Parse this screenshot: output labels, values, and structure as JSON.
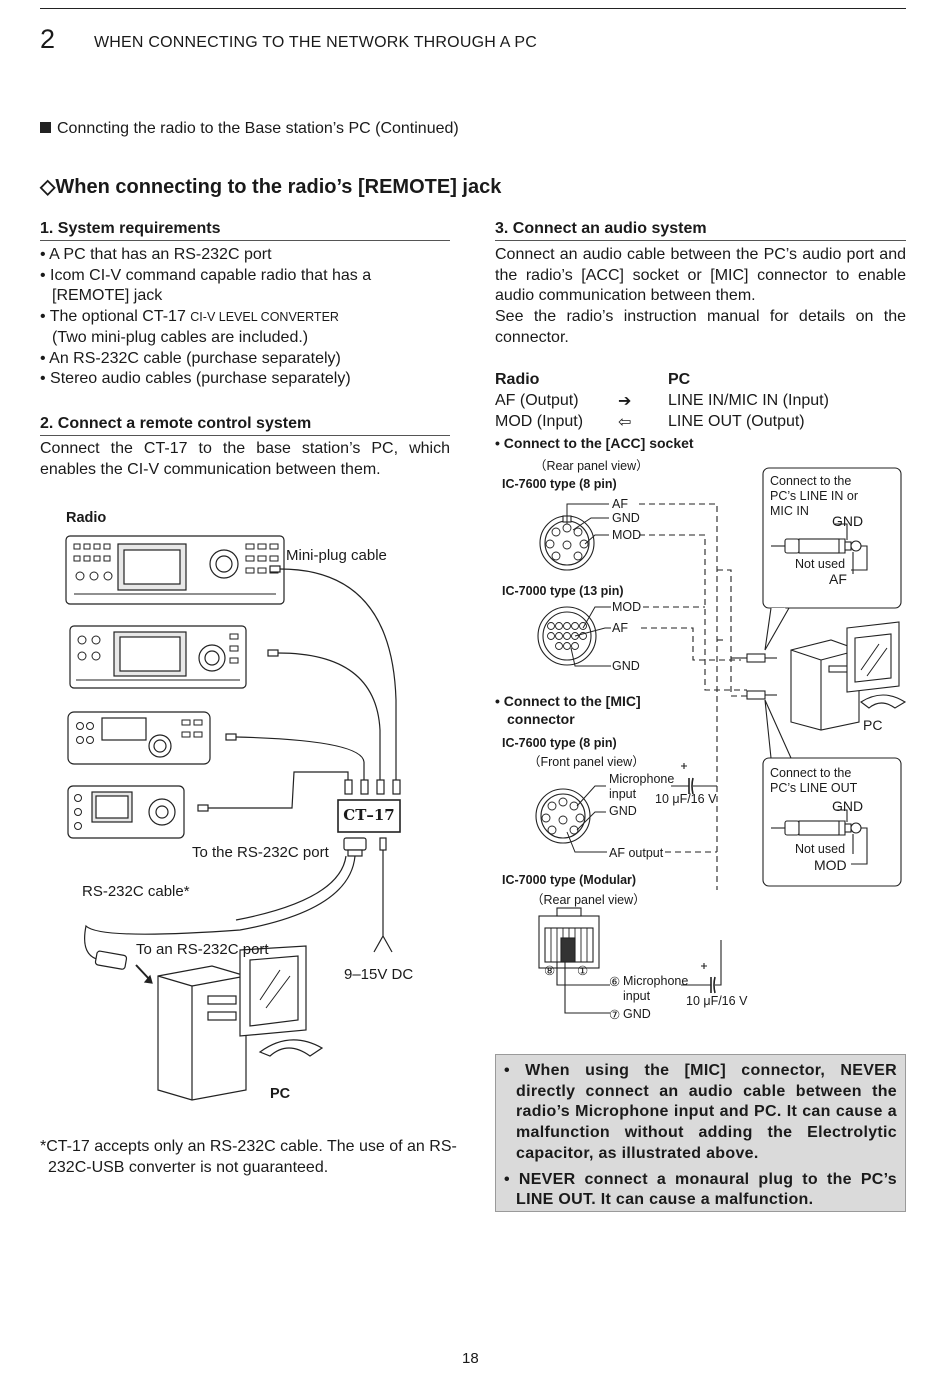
{
  "header": {
    "chapter_number": "2",
    "chapter_title": "WHEN CONNECTING TO THE NETWORK THROUGH A PC"
  },
  "continuation": "Conncting the radio to the Base station’s PC (Continued)",
  "section_title": "◇When connecting to the radio’s [REMOTE] jack",
  "sys_req": {
    "heading": "1. System requirements",
    "items": [
      "• A PC that has an RS-232C port",
      "• Icom CI-V command capable radio that has a [REMOTE] jack",
      "• An RS-232C cable (purchase separately)",
      "• Stereo audio cables (purchase separately)"
    ],
    "ct17_prefix": "• The optional CT-17 ",
    "ct17_smallcaps": "CI-V LEVEL CONVERTER",
    "ct17_suffix": "(Two mini-plug cables are included.)"
  },
  "remote": {
    "heading": "2. Connect a remote control system",
    "body": "Connect the CT-17 to the base station’s PC, which enables the CI-V communication between them."
  },
  "left_fig": {
    "radio": "Radio",
    "mini_plug": "Mini-plug cable",
    "ct17": "CT–17",
    "to_rs232c_port": "To the RS-232C port",
    "rs232c_cable": "RS-232C cable*",
    "to_an_port": "To an RS-232C port",
    "dc": "9–15V DC",
    "pc": "PC"
  },
  "footnote": "*CT-17 accepts only an RS-232C cable. The use of an RS-232C-USB converter is not guaranteed.",
  "audio": {
    "heading": "3. Connect an audio system",
    "body1": "Connect an audio cable between the PC’s audio port and the radio’s [ACC] socket or [MIC] connector to enable audio communication between them.",
    "body2": "See the radio’s instruction manual for details on the connector.",
    "table": {
      "radio_header": "Radio",
      "pc_header": "PC",
      "rows": [
        {
          "radio": "AF (Output)",
          "arrow": "➔",
          "pc": "LINE IN/MIC IN (Input)"
        },
        {
          "radio": "MOD (Input)",
          "arrow": "⇦",
          "pc": "LINE OUT (Output)"
        }
      ]
    }
  },
  "right_fig": {
    "acc_title": "• Connect to the [ACC] socket",
    "rear_panel": "（Rear panel view）",
    "ic7600_8pin": "IC-7600 type (8 pin)",
    "af": "AF",
    "gnd": "GND",
    "mod": "MOD",
    "ic7000_13pin": "IC-7000 type (13 pin)",
    "mic_title_1": "• Connect to the [MIC]",
    "mic_title_2": "connector",
    "front_panel": "（Front panel view）",
    "mic_input_1": "Microphone",
    "mic_input_2": "input",
    "cap": "10 μF/16 V",
    "af_output": "AF output",
    "ic7000_modular": "IC-7000 type (Modular)",
    "pin6": "⑥",
    "pin7": "⑦",
    "pin8": "⑧",
    "pin1": "①",
    "callout1": [
      "Connect to the",
      "PC’s LINE IN or",
      "MIC IN"
    ],
    "callout2": [
      "Connect to the",
      "PC’s LINE OUT"
    ],
    "not_used": "Not used",
    "pc": "PC"
  },
  "warnings": [
    "• When using the [MIC] connector, NEVER directly connect an audio cable between the radio’s Microphone input and PC. It can cause a malfunction without adding the Electrolytic capacitor, as illustrated above.",
    "• NEVER connect a monaural plug to the PC’s LINE OUT. It can cause a malfunction."
  ],
  "page_number": "18"
}
